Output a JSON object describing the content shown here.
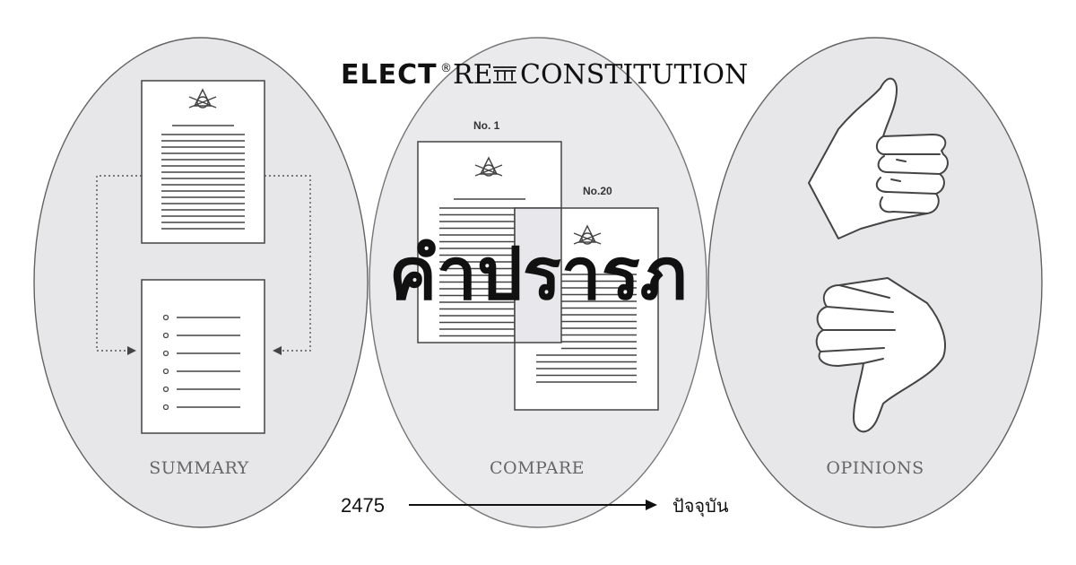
{
  "brand": {
    "elect": "ELECT",
    "registered": "®",
    "re": "RE",
    "constitution": "CONSTITUTION"
  },
  "headline": "คำปรารภ",
  "sections": [
    {
      "id": "summary",
      "label": "SUMMARY"
    },
    {
      "id": "compare",
      "label": "COMPARE"
    },
    {
      "id": "opinions",
      "label": "OPINIONS"
    }
  ],
  "compare": {
    "doc_a_label": "No. 1",
    "doc_b_label": "No.20"
  },
  "timeline": {
    "start": "2475",
    "end": "ปัจจุบัน"
  },
  "colors": {
    "ellipse_fill": "#e5e6e9",
    "stroke": "#555555",
    "text": "#111111",
    "label": "#666666"
  }
}
